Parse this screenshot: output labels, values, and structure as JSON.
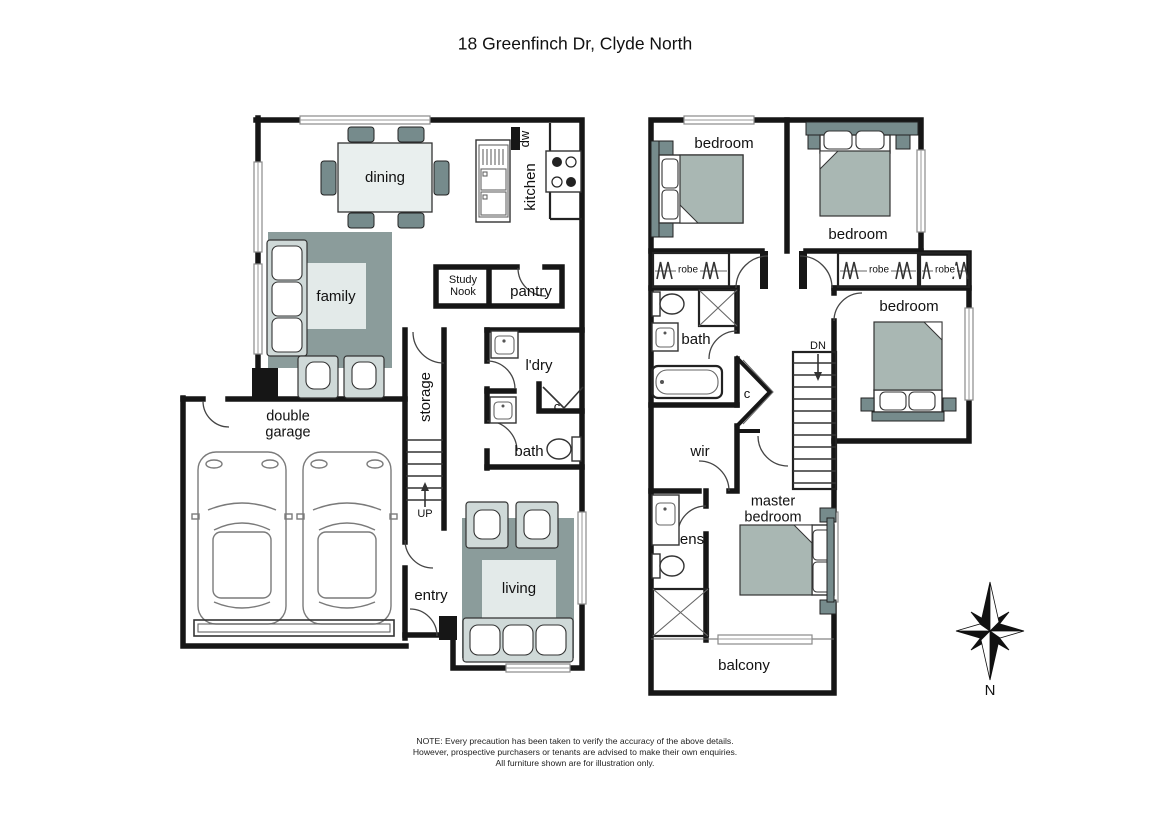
{
  "title": "18 Greenfinch Dr, Clyde North",
  "compass": {
    "north_label": "N"
  },
  "note_lines": {
    "line1": "NOTE: Every precaution has been taken to verify the accuracy of the above details.",
    "line2": "However, prospective purchasers or tenants are advised to make their own enquiries.",
    "line3": "All furniture shown are for illustration only."
  },
  "ground_floor": {
    "dining": "dining",
    "kitchen": "kitchen",
    "dishwasher": "dw",
    "family": "family",
    "study_nook": "Study Nook",
    "pantry": "pantry",
    "laundry": "l'dry",
    "cupboard": "c",
    "storage": "storage",
    "bath": "bath",
    "stairs_up": "UP",
    "garage": "double garage",
    "entry": "entry",
    "living": "living"
  },
  "first_floor": {
    "bedroom_front": "bedroom",
    "bedroom_top": "bedroom",
    "bedroom_right": "bedroom",
    "robe_1": "robe",
    "robe_2": "robe",
    "robe_3": "robe",
    "bath": "bath",
    "stairs_down": "DN",
    "cupboard": "c",
    "wir": "wir",
    "master_bedroom": "master bedroom",
    "ensuite": "ens",
    "balcony": "balcony"
  },
  "colors": {
    "wall": "#161616",
    "furniture_dark": "#768b8c",
    "furniture_rug": "#8b9c9b",
    "furniture_blanket": "#a9b7b3",
    "furniture_light": "#cfd9d8",
    "label_patch": "#e3eae9"
  }
}
